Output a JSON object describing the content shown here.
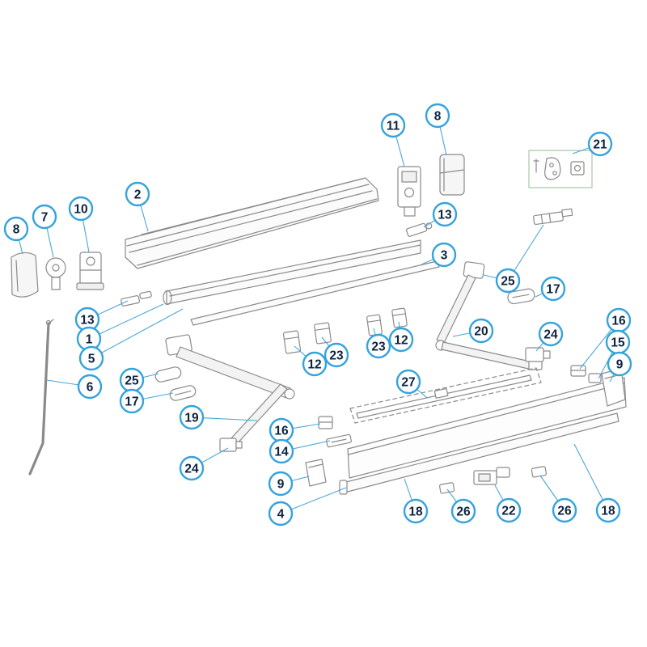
{
  "diagram": {
    "background": "#ffffff",
    "callout_ring_color": "#35a3dc",
    "callout_text_color": "#0d2440",
    "leader_line_color": "#4aa6d8",
    "artwork_line_color": "#8a8a8a",
    "kit_box_color": "#a9c9a9"
  },
  "callouts": [
    {
      "label": "8"
    },
    {
      "label": "7"
    },
    {
      "label": "10"
    },
    {
      "label": "2"
    },
    {
      "label": "11"
    },
    {
      "label": "8"
    },
    {
      "label": "21"
    },
    {
      "label": "13"
    },
    {
      "label": "3"
    },
    {
      "label": "25"
    },
    {
      "label": "17"
    },
    {
      "label": "13"
    },
    {
      "label": "1"
    },
    {
      "label": "5"
    },
    {
      "label": "6"
    },
    {
      "label": "12"
    },
    {
      "label": "23"
    },
    {
      "label": "23"
    },
    {
      "label": "12"
    },
    {
      "label": "20"
    },
    {
      "label": "24"
    },
    {
      "label": "16"
    },
    {
      "label": "15"
    },
    {
      "label": "9"
    },
    {
      "label": "25"
    },
    {
      "label": "17"
    },
    {
      "label": "19"
    },
    {
      "label": "27"
    },
    {
      "label": "16"
    },
    {
      "label": "14"
    },
    {
      "label": "24"
    },
    {
      "label": "9"
    },
    {
      "label": "4"
    },
    {
      "label": "18"
    },
    {
      "label": "26"
    },
    {
      "label": "22"
    },
    {
      "label": "26"
    },
    {
      "label": "18"
    }
  ]
}
